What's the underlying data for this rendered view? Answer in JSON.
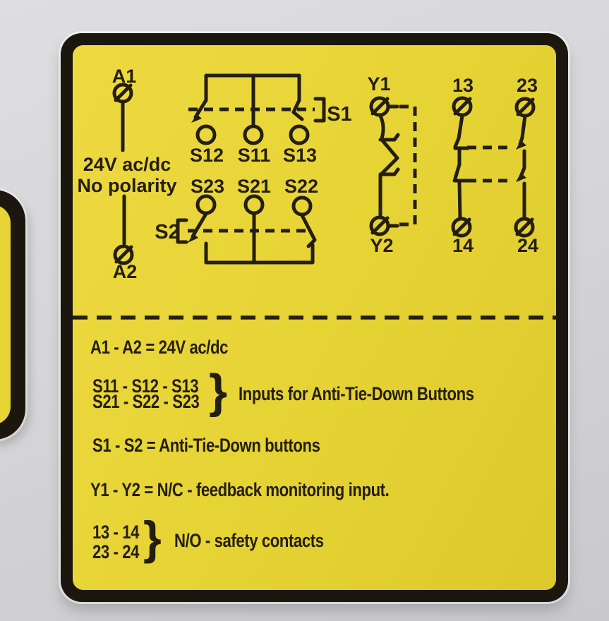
{
  "colors": {
    "label_yellow": "#e6d334",
    "label_border_black": "#1b170e",
    "ink_black": "#241e0e",
    "housing_gray": "#d6d6d8"
  },
  "schematic": {
    "power": {
      "top_terminal": "A1",
      "bottom_terminal": "A2",
      "supply_line1": "24V ac/dc",
      "supply_line2": "No polarity"
    },
    "input_row_top": {
      "t_left": "S12",
      "t_mid": "S11",
      "t_right": "S13",
      "bracket_label": "S1"
    },
    "input_row_bottom": {
      "t_left": "S23",
      "t_mid": "S21",
      "t_right": "S22",
      "bracket_label": "S2"
    },
    "feedback": {
      "top_terminal": "Y1",
      "bottom_terminal": "Y2"
    },
    "safety_contacts": {
      "top_left": "13",
      "top_right": "23",
      "bottom_left": "14",
      "bottom_right": "24"
    }
  },
  "legend": {
    "row1": "A1 - A2 = 24V ac/dc",
    "row2_line1": "S11 - S12 - S13",
    "row2_line2": "S21 - S22 - S23",
    "row2_brace": "}",
    "row2_text": "Inputs for Anti-Tie-Down Buttons",
    "row3": "S1 - S2 = Anti-Tie-Down buttons",
    "row4": "Y1 - Y2 = N/C - feedback monitoring input.",
    "row5_line1": "13 - 14",
    "row5_line2": "23 - 24",
    "row5_brace": "}",
    "row5_text": "N/O - safety contacts"
  }
}
